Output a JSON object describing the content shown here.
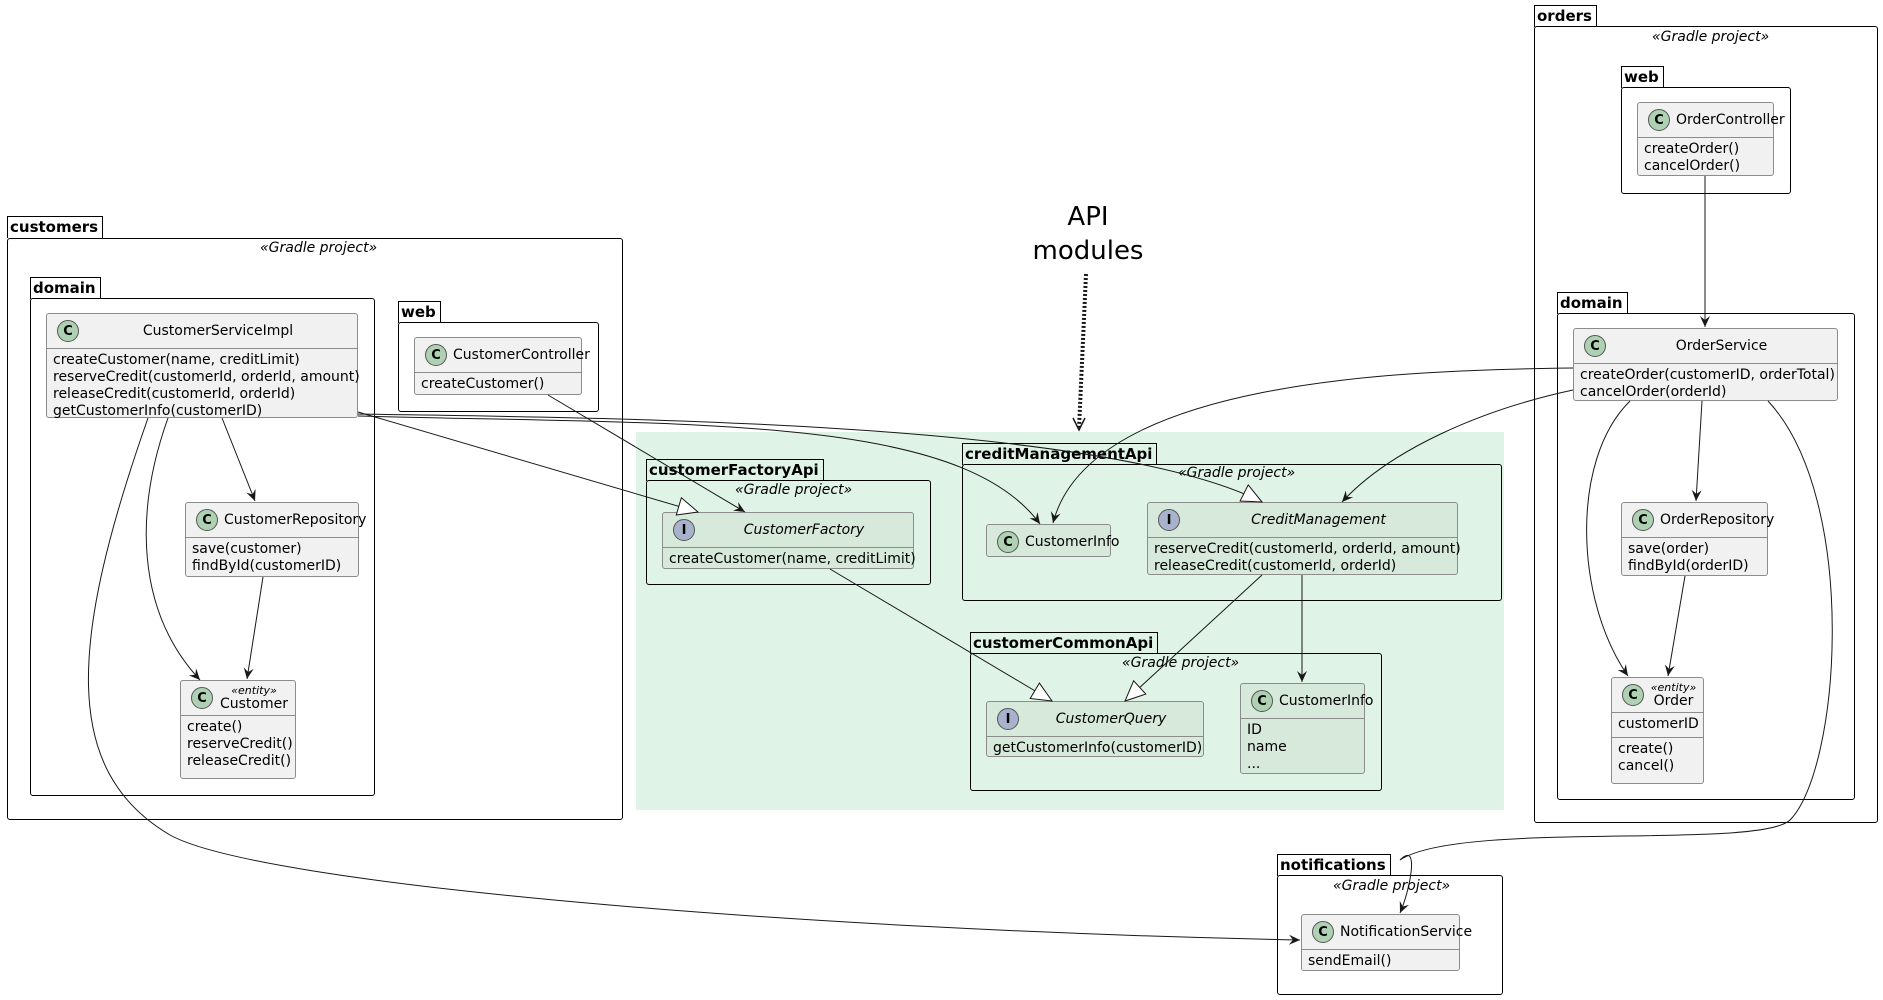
{
  "note": {
    "line1": "API",
    "line2": "modules"
  },
  "packages": {
    "customers": {
      "name": "customers",
      "stereotype": "«Gradle project»"
    },
    "customers_domain": {
      "name": "domain"
    },
    "customers_web": {
      "name": "web"
    },
    "customerFactoryApi": {
      "name": "customerFactoryApi",
      "stereotype": "«Gradle project»"
    },
    "creditManagementApi": {
      "name": "creditManagementApi",
      "stereotype": "«Gradle project»"
    },
    "customerCommonApi": {
      "name": "customerCommonApi",
      "stereotype": "«Gradle project»"
    },
    "orders": {
      "name": "orders",
      "stereotype": "«Gradle project»"
    },
    "orders_web": {
      "name": "web"
    },
    "orders_domain": {
      "name": "domain"
    },
    "notifications": {
      "name": "notifications",
      "stereotype": "«Gradle project»"
    }
  },
  "classes": {
    "customerServiceImpl": {
      "kind": "C",
      "name": "CustomerServiceImpl",
      "methods": [
        "createCustomer(name, creditLimit)",
        "reserveCredit(customerId, orderId, amount)",
        "releaseCredit(customerId, orderId)",
        "getCustomerInfo(customerID)"
      ]
    },
    "customerController": {
      "kind": "C",
      "name": "CustomerController",
      "methods": [
        "createCustomer()"
      ]
    },
    "customerRepository": {
      "kind": "C",
      "name": "CustomerRepository",
      "methods": [
        "save(customer)",
        "findById(customerID)"
      ]
    },
    "customer": {
      "kind": "C",
      "stereotype": "«entity»",
      "name": "Customer",
      "methods": [
        "create()",
        "reserveCredit()",
        "releaseCredit()"
      ]
    },
    "customerFactory": {
      "kind": "I",
      "name": "CustomerFactory",
      "methods": [
        "createCustomer(name, creditLimit)"
      ]
    },
    "customerInfoCredit": {
      "kind": "C",
      "name": "CustomerInfo"
    },
    "creditManagement": {
      "kind": "I",
      "name": "CreditManagement",
      "methods": [
        "reserveCredit(customerId, orderId, amount)",
        "releaseCredit(customerId, orderId)"
      ]
    },
    "customerQuery": {
      "kind": "I",
      "name": "CustomerQuery",
      "methods": [
        "getCustomerInfo(customerID)"
      ]
    },
    "customerInfoCommon": {
      "kind": "C",
      "name": "CustomerInfo",
      "fields": [
        "ID",
        "name",
        "..."
      ]
    },
    "orderController": {
      "kind": "C",
      "name": "OrderController",
      "methods": [
        "createOrder()",
        "cancelOrder()"
      ]
    },
    "orderService": {
      "kind": "C",
      "name": "OrderService",
      "methods": [
        "createOrder(customerID, orderTotal)",
        "cancelOrder(orderId)"
      ]
    },
    "orderRepository": {
      "kind": "C",
      "name": "OrderRepository",
      "methods": [
        "save(order)",
        "findById(orderID)"
      ]
    },
    "order": {
      "kind": "C",
      "stereotype": "«entity»",
      "name": "Order",
      "fields": [
        "customerID"
      ],
      "methods": [
        "create()",
        "cancel()"
      ]
    },
    "notificationService": {
      "kind": "C",
      "name": "NotificationService",
      "methods": [
        "sendEmail()"
      ]
    }
  },
  "colors": {
    "api_zone": "#dff3e6",
    "class_bg": "#f1f1f1",
    "api_class_bg": "#d6e9da",
    "class_icon": "#add1b2",
    "interface_icon": "#a8b2cc"
  }
}
